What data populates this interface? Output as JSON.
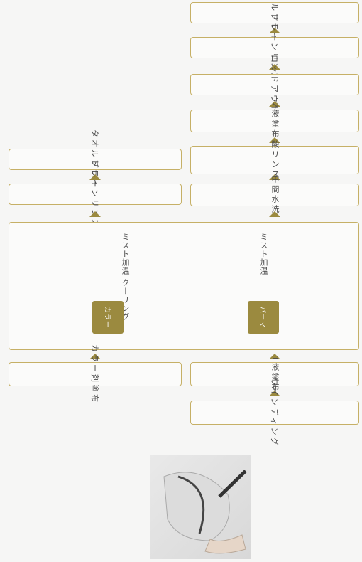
{
  "right_column": {
    "towel_dry": "タオルドライ",
    "plain_rinse": "プレーンリンス",
    "rod_out": "ロッドアウト",
    "second_agent": "2液塗布",
    "acid_rinse": "酸リンス",
    "intermediate_wash": "中間水洗",
    "first_agent": "1液塗布",
    "winding": "ワインディング"
  },
  "left_column": {
    "towel_dry": "タオルドライ",
    "plain_rinse": "プレーンリンス",
    "color_agent": "カラー剤塗布"
  },
  "center_panel": {
    "color_badge": "カラー",
    "perm_badge": "パーマ",
    "color_caption": "ミスト加温 クーリング",
    "perm_caption": "ミスト加温"
  },
  "colors": {
    "accent": "#9b8a3f",
    "border": "#c6b066"
  }
}
